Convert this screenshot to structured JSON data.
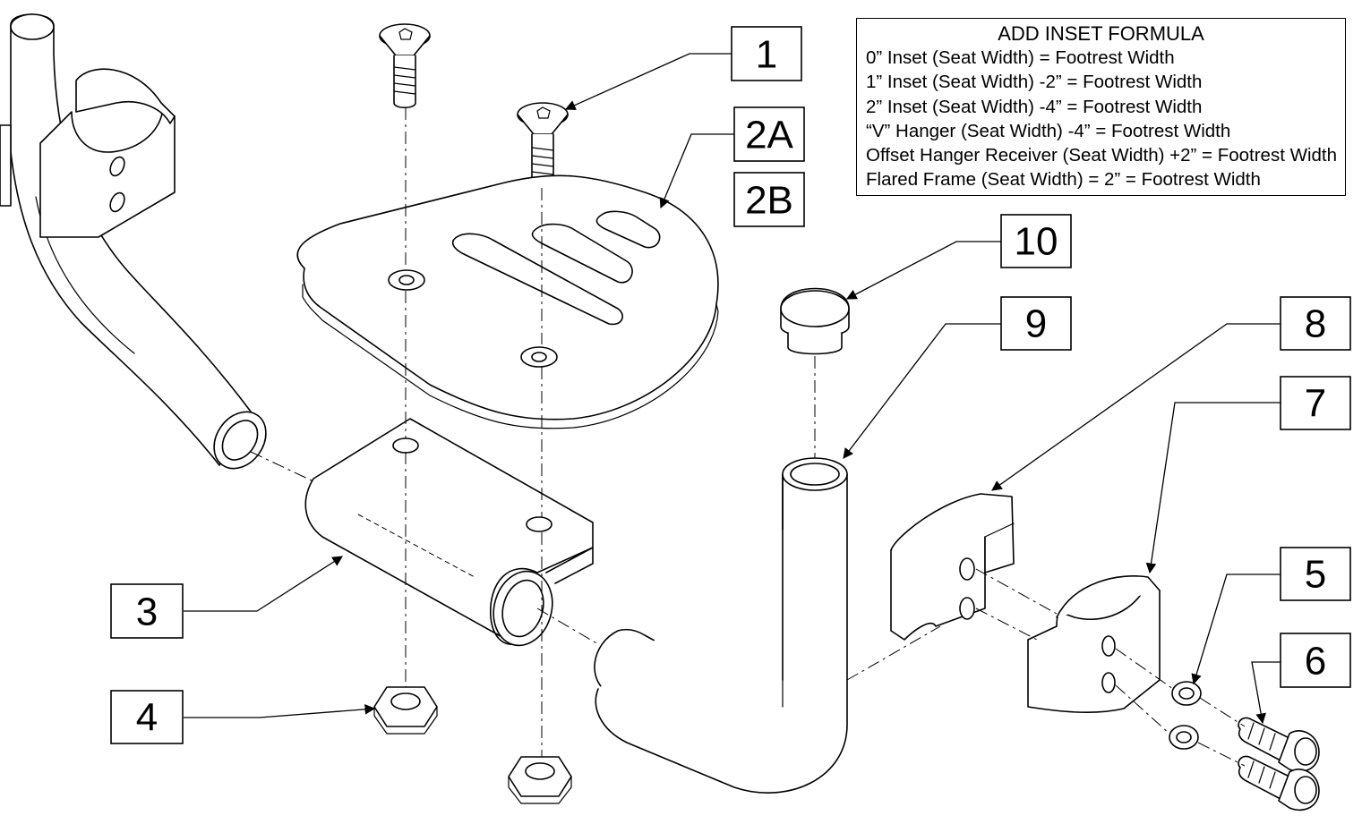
{
  "formula": {
    "title": "ADD INSET FORMULA",
    "lines": [
      "0” Inset (Seat Width) = Footrest Width",
      "1” Inset (Seat Width) -2” = Footrest Width",
      "2” Inset (Seat Width) -4” = Footrest Width",
      "“V” Hanger (Seat Width) -4” = Footrest Width",
      "Offset Hanger Receiver (Seat Width) +2” = Footrest Width",
      "Flared Frame (Seat Width) = 2” = Footrest Width"
    ]
  },
  "callouts": {
    "c1": "1",
    "c2a": "2A",
    "c2b": "2B",
    "c3": "3",
    "c4": "4",
    "c5": "5",
    "c6": "6",
    "c7": "7",
    "c8": "8",
    "c9": "9",
    "c10": "10"
  }
}
